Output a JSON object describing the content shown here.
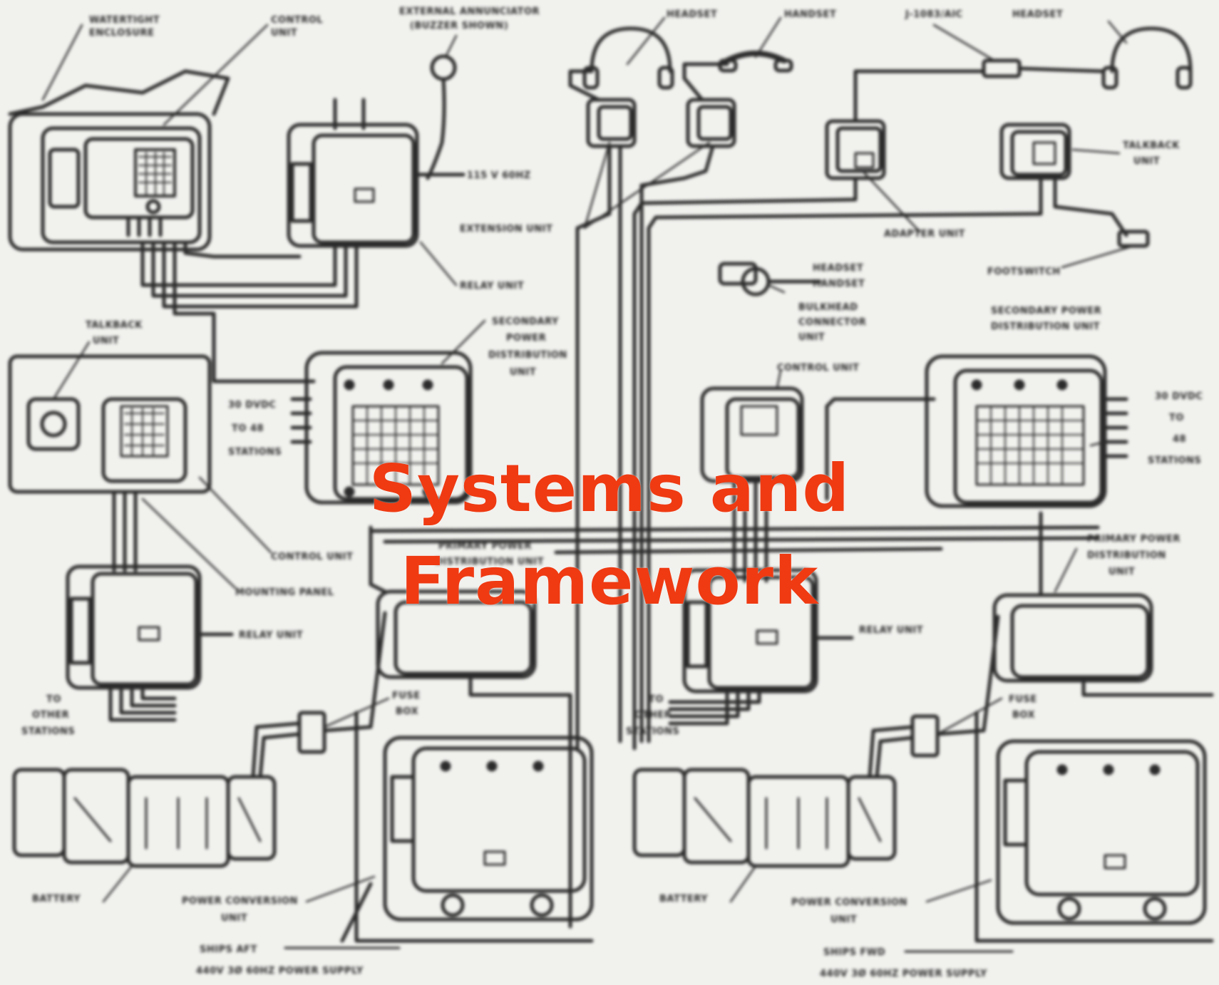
{
  "title": [
    "Systems and",
    "Framework"
  ],
  "labels": {
    "watertight": [
      "WATERTIGHT",
      "ENCLOSURE"
    ],
    "control_unit_top": [
      "CONTROL",
      "UNIT"
    ],
    "ext_annunciator": [
      "EXTERNAL ANNUNCIATOR",
      "(BUZZER SHOWN)"
    ],
    "headset_1": "HEADSET",
    "handset": "HANDSET",
    "jbox": "J-1083/AIC",
    "headset_2": "HEADSET",
    "v115": "115 V 60HZ",
    "talkback_right": [
      "TALKBACK",
      "UNIT"
    ],
    "extension_unit": "EXTENSION UNIT",
    "adapter_unit": "ADAPTER UNIT",
    "relay_unit_top": "RELAY UNIT",
    "footswitch": "FOOTSWITCH",
    "headset_handset": [
      "HEADSET",
      "HANDSET"
    ],
    "bulkhead": [
      "BULKHEAD",
      "CONNECTOR",
      "UNIT"
    ],
    "talkback_left": [
      "TALKBACK",
      "UNIT"
    ],
    "secondary_left": [
      "SECONDARY",
      "POWER",
      "DISTRIBUTION",
      "UNIT"
    ],
    "secondary_right": [
      "SECONDARY POWER",
      "DISTRIBUTION UNIT"
    ],
    "control_unit_mid": "CONTROL UNIT",
    "vdc_left": [
      "30 DVDC",
      "TO 48",
      "STATIONS"
    ],
    "vdc_right": [
      "30 DVDC",
      "TO",
      "48",
      "STATIONS"
    ],
    "primary_left": [
      "PRIMARY POWER",
      "DISTRIBUTION UNIT"
    ],
    "primary_right": [
      "PRIMARY POWER",
      "DISTRIBUTION",
      "UNIT"
    ],
    "control_unit_left": "CONTROL UNIT",
    "mounting_panel": "MOUNTING PANEL",
    "relay_unit_left": "RELAY UNIT",
    "relay_unit_right": "RELAY UNIT",
    "other_left": [
      "TO",
      "OTHER",
      "STATIONS"
    ],
    "other_right": [
      "TO",
      "OTHER",
      "STATIONS"
    ],
    "fuse_left": [
      "FUSE",
      "BOX"
    ],
    "fuse_right": [
      "FUSE",
      "BOX"
    ],
    "battery_left": "BATTERY",
    "battery_right": "BATTERY",
    "pcu_left": [
      "POWER CONVERSION",
      "UNIT"
    ],
    "pcu_right": [
      "POWER CONVERSION",
      "UNIT"
    ],
    "ships_aft": [
      "SHIPS AFT",
      "440V 3Ø 60HZ POWER SUPPLY"
    ],
    "ships_fwd": [
      "SHIPS FWD",
      "440V 3Ø 60HZ POWER SUPPLY"
    ]
  },
  "colors": {
    "title": "#ef3a12",
    "ink": "#2a2a2a",
    "paper": "#f1f1ee"
  }
}
